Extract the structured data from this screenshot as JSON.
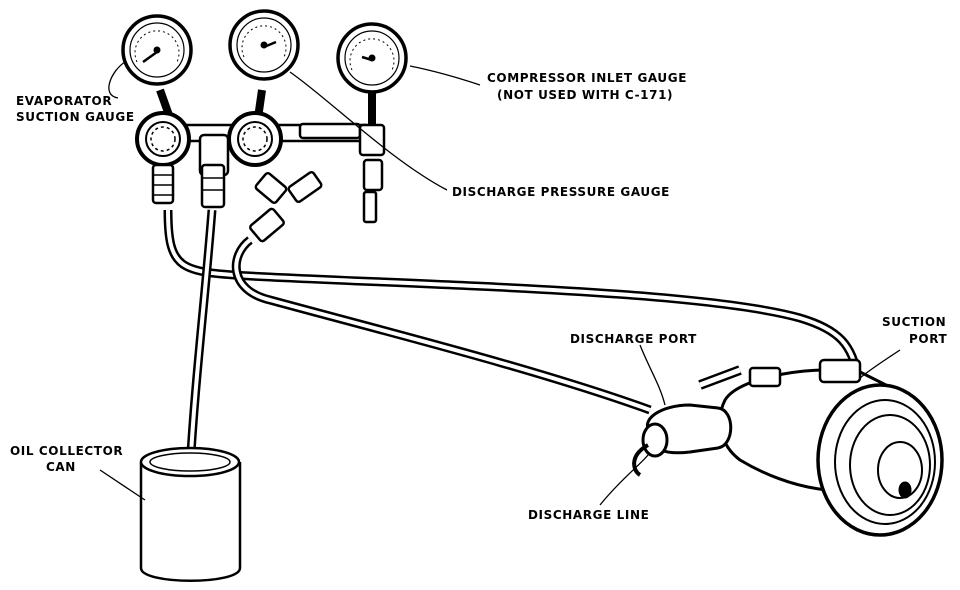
{
  "labels": {
    "evaporator_line1": "EVAPORATOR",
    "evaporator_line2": "SUCTION GAUGE",
    "compressor_inlet_line1": "COMPRESSOR INLET GAUGE",
    "compressor_inlet_line2": "(NOT USED WITH C-171)",
    "discharge_pressure": "DISCHARGE PRESSURE GAUGE",
    "suction_port_line1": "SUCTION",
    "suction_port_line2": "PORT",
    "discharge_port": "DISCHARGE PORT",
    "oil_collector_line1": "OIL COLLECTOR",
    "oil_collector_line2": "CAN",
    "discharge_line": "DISCHARGE LINE"
  }
}
